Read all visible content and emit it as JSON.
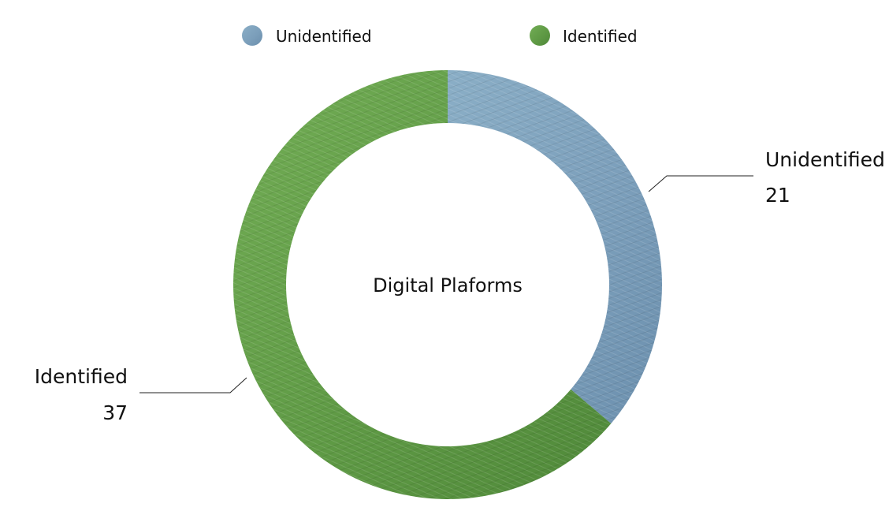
{
  "chart_data": {
    "type": "pie",
    "subtype": "donut",
    "center_label": "Digital Plaforms",
    "categories": [
      "Unidentified",
      "Identified"
    ],
    "values": [
      21,
      37
    ],
    "colors": [
      "#7c9fbb",
      "#5f9a45"
    ],
    "legend": {
      "placement": "top",
      "entries": [
        "Unidentified",
        "Identified"
      ]
    },
    "data_labels": [
      {
        "name": "Unidentified",
        "value": "21"
      },
      {
        "name": "Identified",
        "value": "37"
      }
    ]
  }
}
